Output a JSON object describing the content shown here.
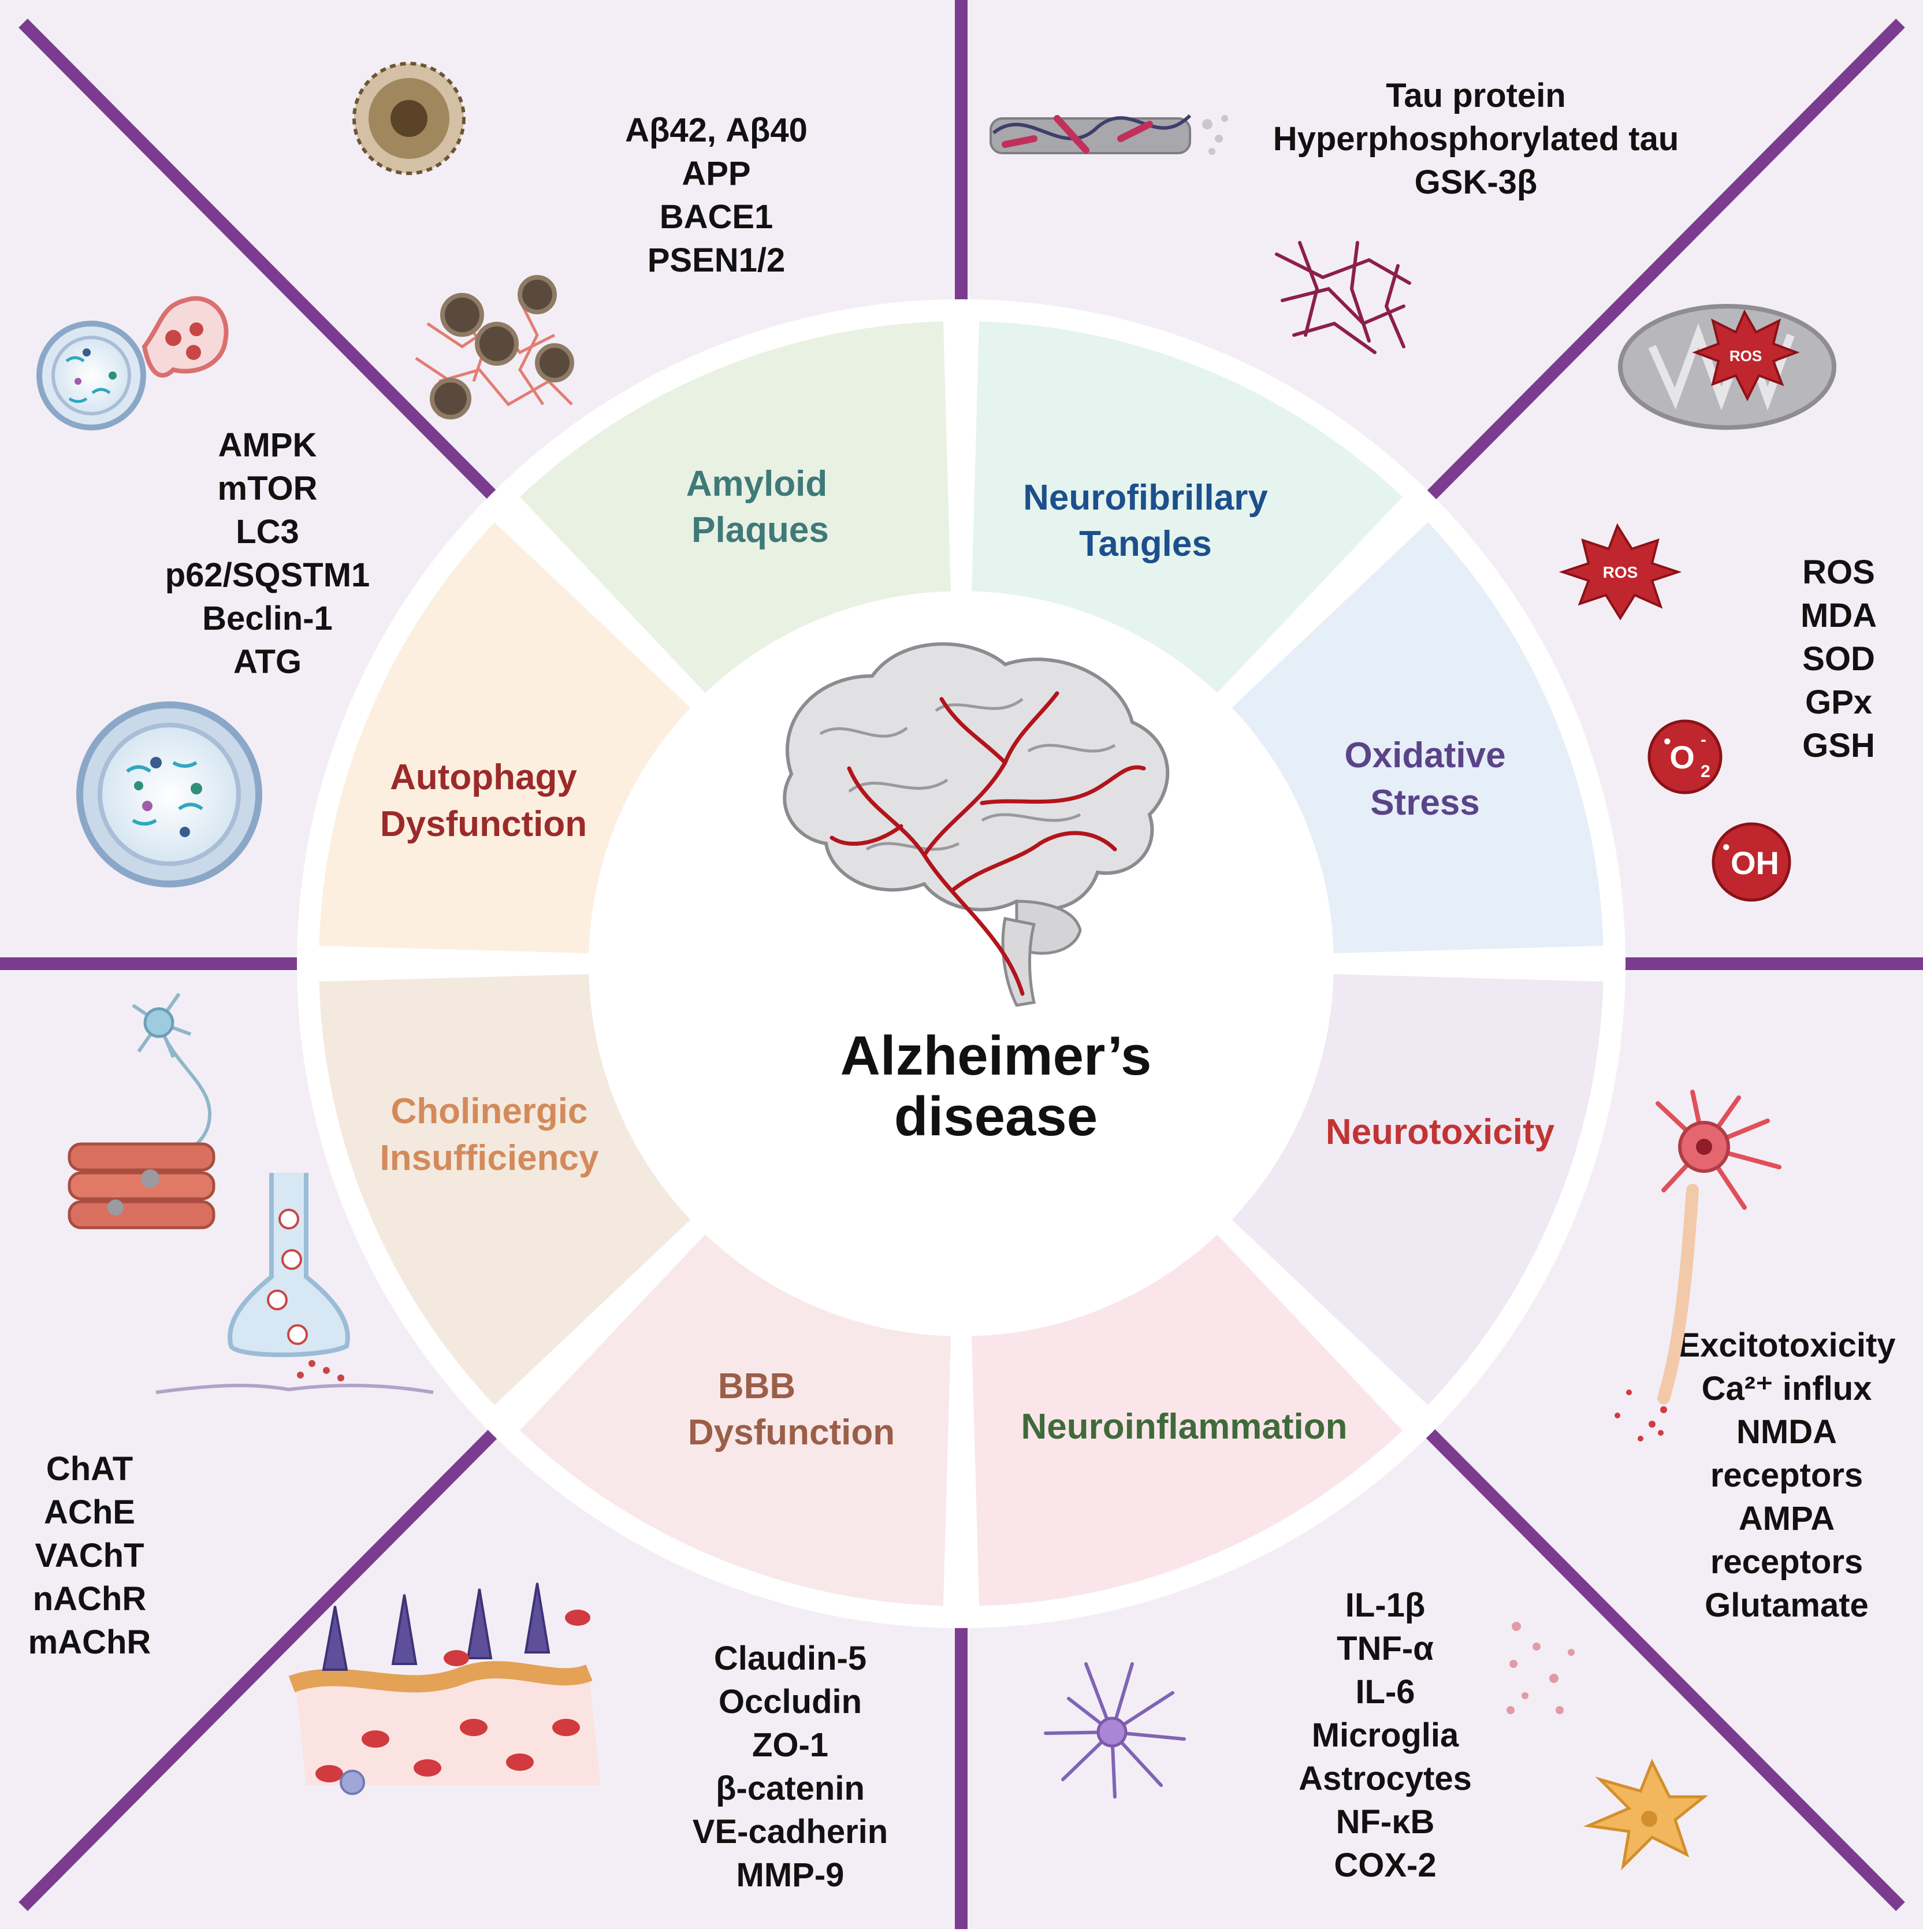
{
  "center": {
    "title_line1": "Alzheimer’s",
    "title_line2": "disease"
  },
  "segments": [
    {
      "id": "amyloid",
      "line1": "Amyloid",
      "line2": "Plaques",
      "fill": "#e5f4ee",
      "color": "#3e7a78"
    },
    {
      "id": "tangles",
      "line1": "Neurofibrillary",
      "line2": "Tangles",
      "fill": "#e6eef8",
      "color": "#1c4f8c"
    },
    {
      "id": "oxidative",
      "line1": "Oxidative",
      "line2": "Stress",
      "fill": "#efe9f3",
      "color": "#5a4487"
    },
    {
      "id": "neurotoxicity",
      "line1": "Neurotoxicity",
      "line2": "",
      "fill": "#fae6ea",
      "color": "#c23434"
    },
    {
      "id": "neuroinflammation",
      "line1": "Neuroinflammation",
      "line2": "",
      "fill": "#f8e8ea",
      "color": "#3f6a3a"
    },
    {
      "id": "bbb",
      "line1": "BBB",
      "line2": "Dysfunction",
      "fill": "#f3e9df",
      "color": "#9b5e47"
    },
    {
      "id": "cholinergic",
      "line1": "Cholinergic",
      "line2": "Insufficiency",
      "fill": "#fcefe0",
      "color": "#d38a5a"
    },
    {
      "id": "autophagy",
      "line1": "Autophagy",
      "line2": "Dysfunction",
      "fill": "#e9f1e3",
      "color": "#9b2a2a"
    }
  ],
  "quadrants": {
    "amyloid": [
      "Aβ42, Aβ40",
      "APP",
      "BACE1",
      "PSEN1/2"
    ],
    "tangles": [
      "Tau protein",
      "Hyperphosphorylated tau",
      "GSK-3β"
    ],
    "autophagy": [
      "AMPK",
      "mTOR",
      "LC3",
      "p62/SQSTM1",
      "Beclin-1",
      "ATG"
    ],
    "oxidative": [
      "ROS",
      "MDA",
      "SOD",
      "GPx",
      "GSH"
    ],
    "cholinergic": [
      "ChAT",
      "AChE",
      "VAChT",
      "nAChR",
      "mAChR"
    ],
    "neurotoxicity": [
      "Excitotoxicity",
      "Ca²⁺ influx",
      "NMDA",
      "receptors",
      "AMPA",
      "receptors",
      "Glutamate"
    ],
    "bbb": [
      "Claudin-5",
      "Occludin",
      "ZO-1",
      "β-catenin",
      "VE-cadherin",
      "MMP-9"
    ],
    "neuroinflammation": [
      "IL-1β",
      "TNF-α",
      "IL-6",
      "Microglia",
      "Astrocytes",
      "NF-κB",
      "COX-2"
    ]
  },
  "icons": {
    "ros_star_1": "ROS",
    "ros_star_2": "ROS",
    "superoxide": "O",
    "superoxide_sub": "2",
    "superoxide_sup": "-",
    "hydroxyl": "OH",
    "hydroxyl_dot": "•"
  },
  "colors": {
    "frame": "#7b3c8f",
    "panel_bg": "#f3eef6",
    "ros_red": "#c0262d"
  }
}
